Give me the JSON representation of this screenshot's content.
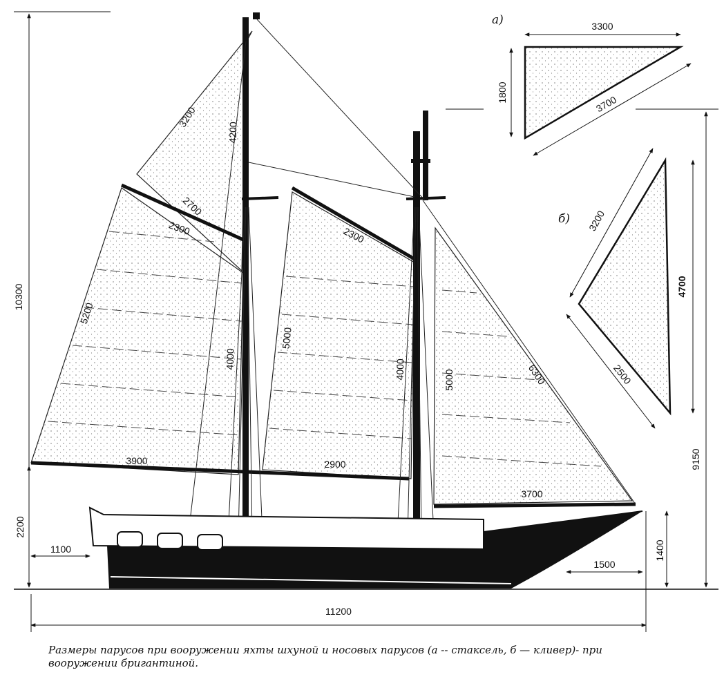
{
  "dimensions": {
    "overall_height": "10300",
    "hull_length": "11200",
    "freeboard": "2200",
    "stern_overhang": "1100",
    "bow_height": "1400",
    "bowsprit": "1500",
    "foremast_height": "9150",
    "main_topsail_luff": "4200",
    "main_topsail_leech": "3200",
    "main_topsail_foot": "2700",
    "main_gaff": "2300",
    "main_leech": "5200",
    "main_luff": "4000",
    "main_boom": "3900",
    "fore_gaff": "2300",
    "fore_leech": "5000",
    "fore_luff": "4000",
    "fore_boom": "2900",
    "staysail_luff": "5000",
    "staysail_leech": "6300",
    "staysail_foot": "3700"
  },
  "inset_a": {
    "label": "а)",
    "top": "3300",
    "side": "1800",
    "hypotenuse": "3700"
  },
  "inset_b": {
    "label": "б)",
    "upper": "3200",
    "lower": "2500",
    "height": "4700"
  },
  "caption": "Размеры парусов при вооружении яхты шхуной и носовых парусов (а -- стаксель, б — кливер)- при вооружении бригантиной."
}
